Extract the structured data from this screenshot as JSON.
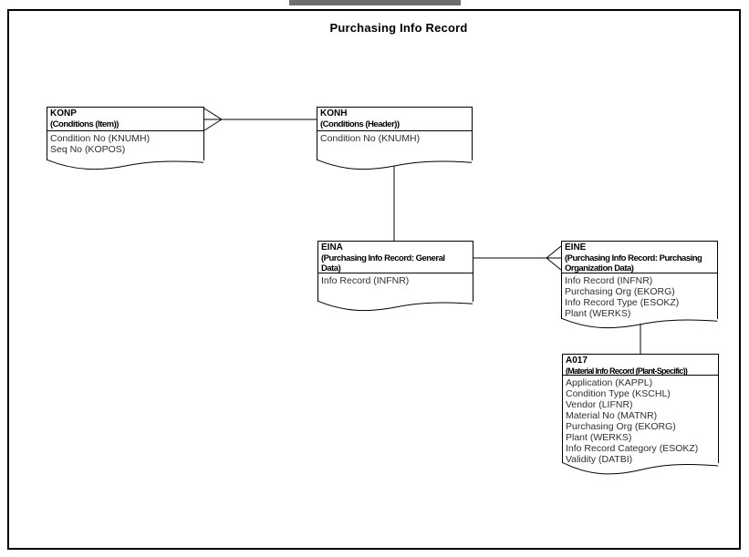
{
  "title": "Purchasing Info Record",
  "entities": {
    "konp": {
      "name": "KONP",
      "desc": "(Conditions (Item))",
      "attributes": [
        "Condition No (KNUMH)",
        "Seq No (KOPOS)"
      ]
    },
    "konh": {
      "name": "KONH",
      "desc": "(Conditions (Header))",
      "attributes": [
        "Condition No (KNUMH)"
      ]
    },
    "eina": {
      "name": "EINA",
      "desc": "(Purchasing Info Record: General\nData)",
      "attributes": [
        "Info Record (INFNR)"
      ]
    },
    "eine": {
      "name": "EINE",
      "desc": "(Purchasing Info Record: Purchasing\nOrganization Data)",
      "attributes": [
        "Info Record (INFNR)",
        "Purchasing Org (EKORG)",
        "Info Record Type (ESOKZ)",
        "Plant (WERKS)"
      ]
    },
    "a017": {
      "name": "A017",
      "desc": "(Material Info Record (Plant-Specific))",
      "attributes": [
        "Application (KAPPL)",
        "Condition Type (KSCHL)",
        "Vendor (LIFNR)",
        "Material No (MATNR)",
        "Purchasing Org (EKORG)",
        "Plant (WERKS)",
        "Info Record Category (ESOKZ)",
        "Validity (DATBI)"
      ]
    }
  },
  "relationships": [
    {
      "from": "KONH",
      "to": "KONP",
      "many_end": "KONP",
      "notation": "crowsfoot"
    },
    {
      "from": "KONH",
      "to": "EINA",
      "many_end": null,
      "notation": "line"
    },
    {
      "from": "EINA",
      "to": "EINE",
      "many_end": "EINE",
      "notation": "crowsfoot"
    },
    {
      "from": "EINE",
      "to": "A017",
      "many_end": null,
      "notation": "line"
    }
  ],
  "colors": {
    "line": "#000000",
    "body_text": "#2e2e2e",
    "top_bar": "#6e6e6e",
    "background": "#ffffff"
  }
}
